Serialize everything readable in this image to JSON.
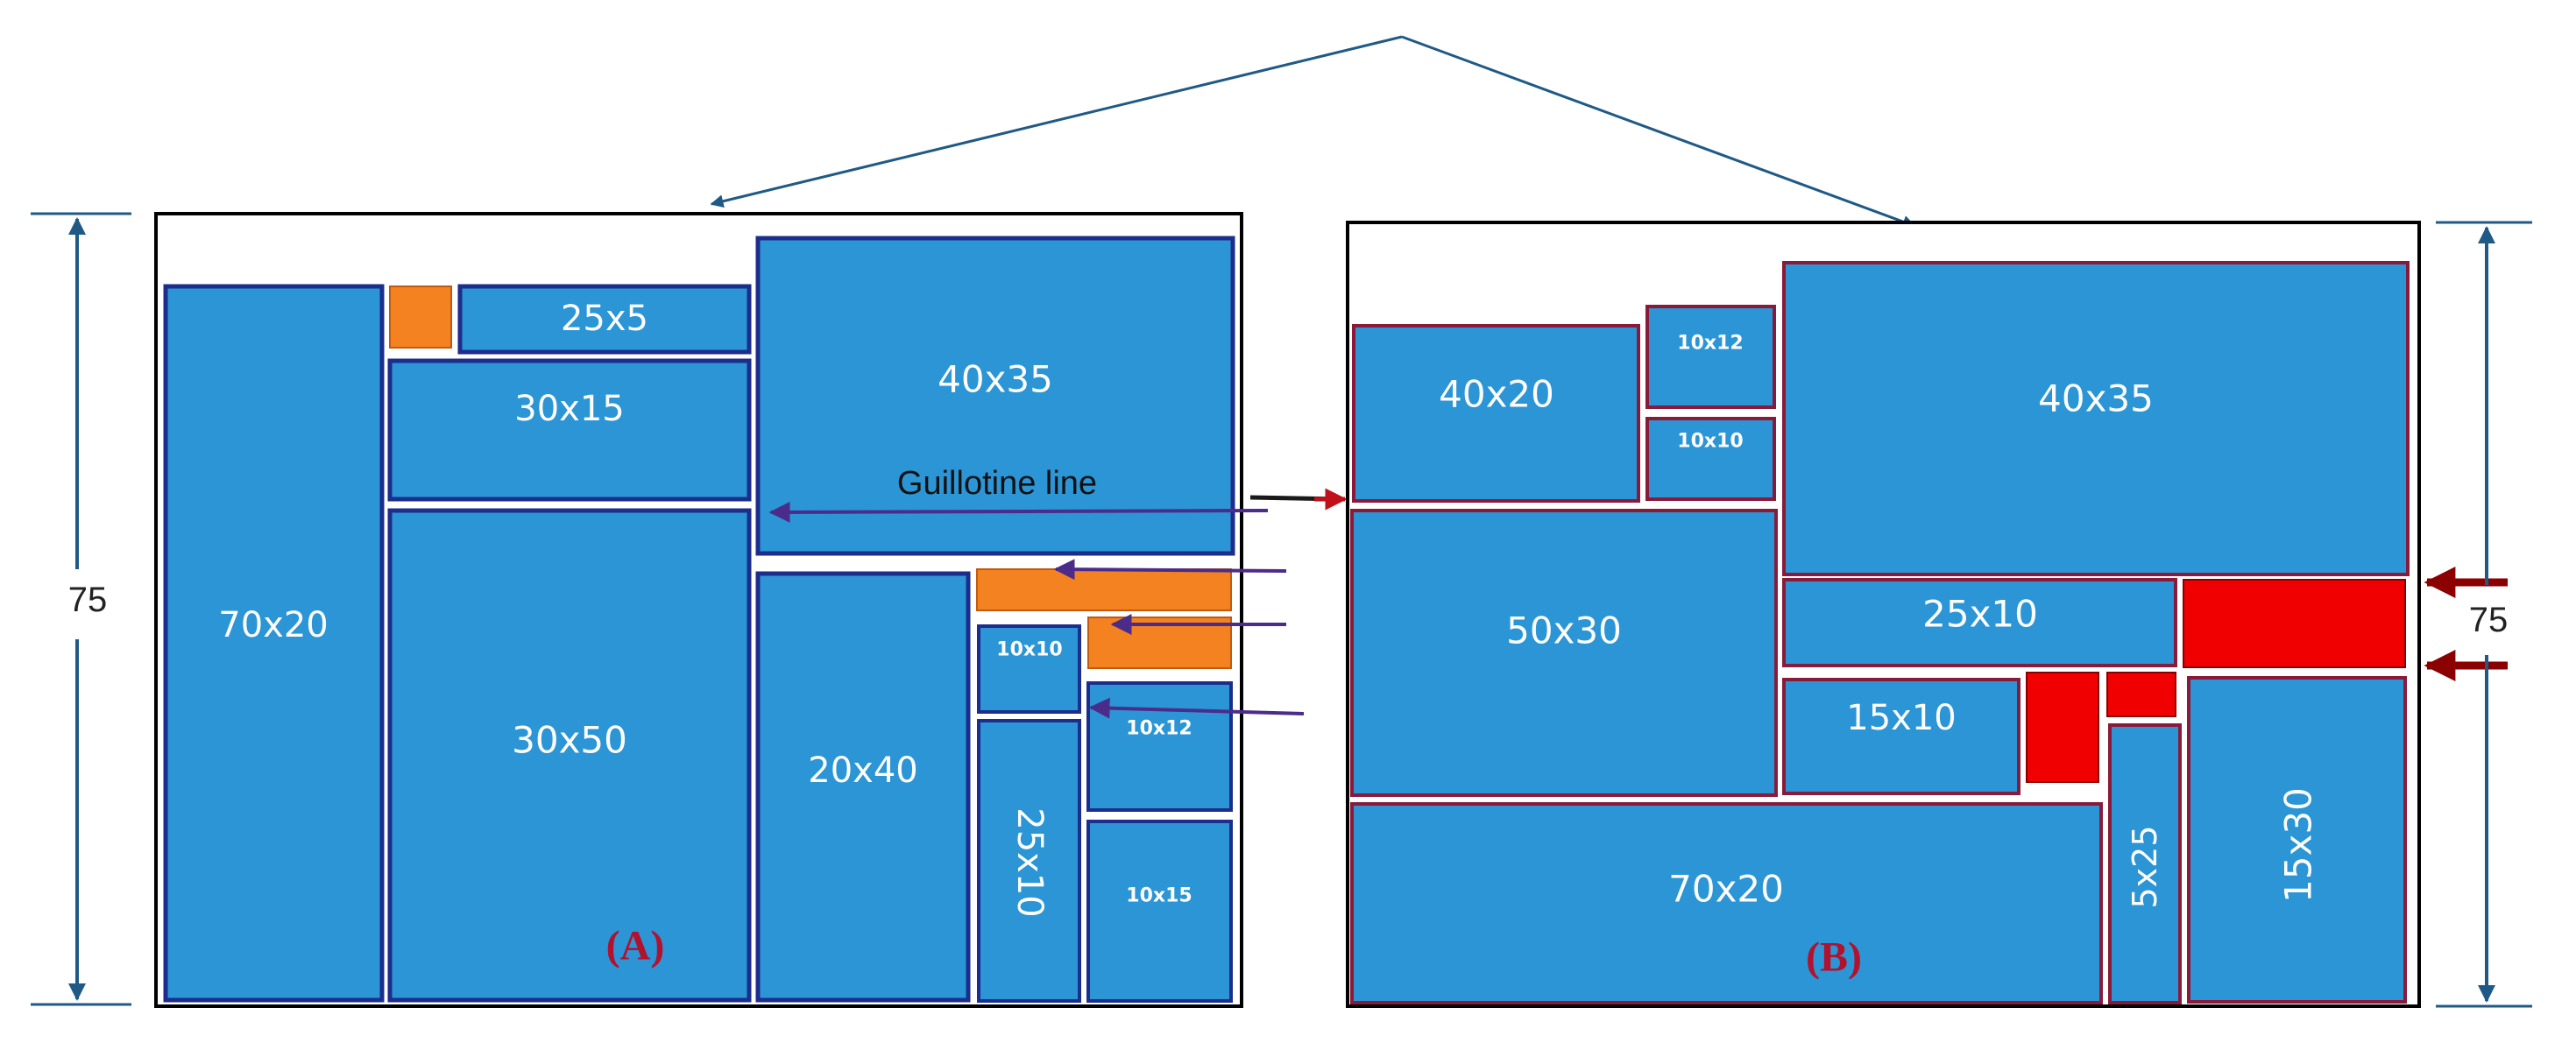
{
  "colors": {
    "piece_fill": "#2b95d6",
    "piece_stroke_a": "#1c2d8c",
    "piece_stroke_b": "#8a1a3a",
    "waste_a": "#f58220",
    "waste_b": "#f00000",
    "sheet_stroke": "#000000",
    "dimension": "#1f5a86",
    "guillotine_arrow": "#4b2c8a",
    "dark_red_arrow": "#8b0000",
    "label_red": "#b3122e"
  },
  "dimension_label_a": "75",
  "dimension_label_b": "75",
  "guillotine_label": "Guillotine line",
  "panel_a": {
    "label": "(A)",
    "pieces": [
      {
        "id": "a1",
        "label": "70x20"
      },
      {
        "id": "a2",
        "label": "25x5"
      },
      {
        "id": "a3",
        "label": "30x15"
      },
      {
        "id": "a4",
        "label": "40x35"
      },
      {
        "id": "a5",
        "label": "30x50"
      },
      {
        "id": "a6",
        "label": "20x40"
      },
      {
        "id": "a7",
        "label": "10x10"
      },
      {
        "id": "a8",
        "label": "10x12"
      },
      {
        "id": "a9",
        "label": "25x10"
      },
      {
        "id": "a10",
        "label": "10x15"
      }
    ]
  },
  "panel_b": {
    "label": "(B)",
    "pieces": [
      {
        "id": "b1",
        "label": "40x20"
      },
      {
        "id": "b2",
        "label": "10x12"
      },
      {
        "id": "b3",
        "label": "10x10"
      },
      {
        "id": "b4",
        "label": "40x35"
      },
      {
        "id": "b5",
        "label": "50x30"
      },
      {
        "id": "b6",
        "label": "25x10"
      },
      {
        "id": "b7",
        "label": "15x10"
      },
      {
        "id": "b8",
        "label": "70x20"
      },
      {
        "id": "b9",
        "label": "5x25"
      },
      {
        "id": "b10",
        "label": "15x30"
      }
    ]
  }
}
